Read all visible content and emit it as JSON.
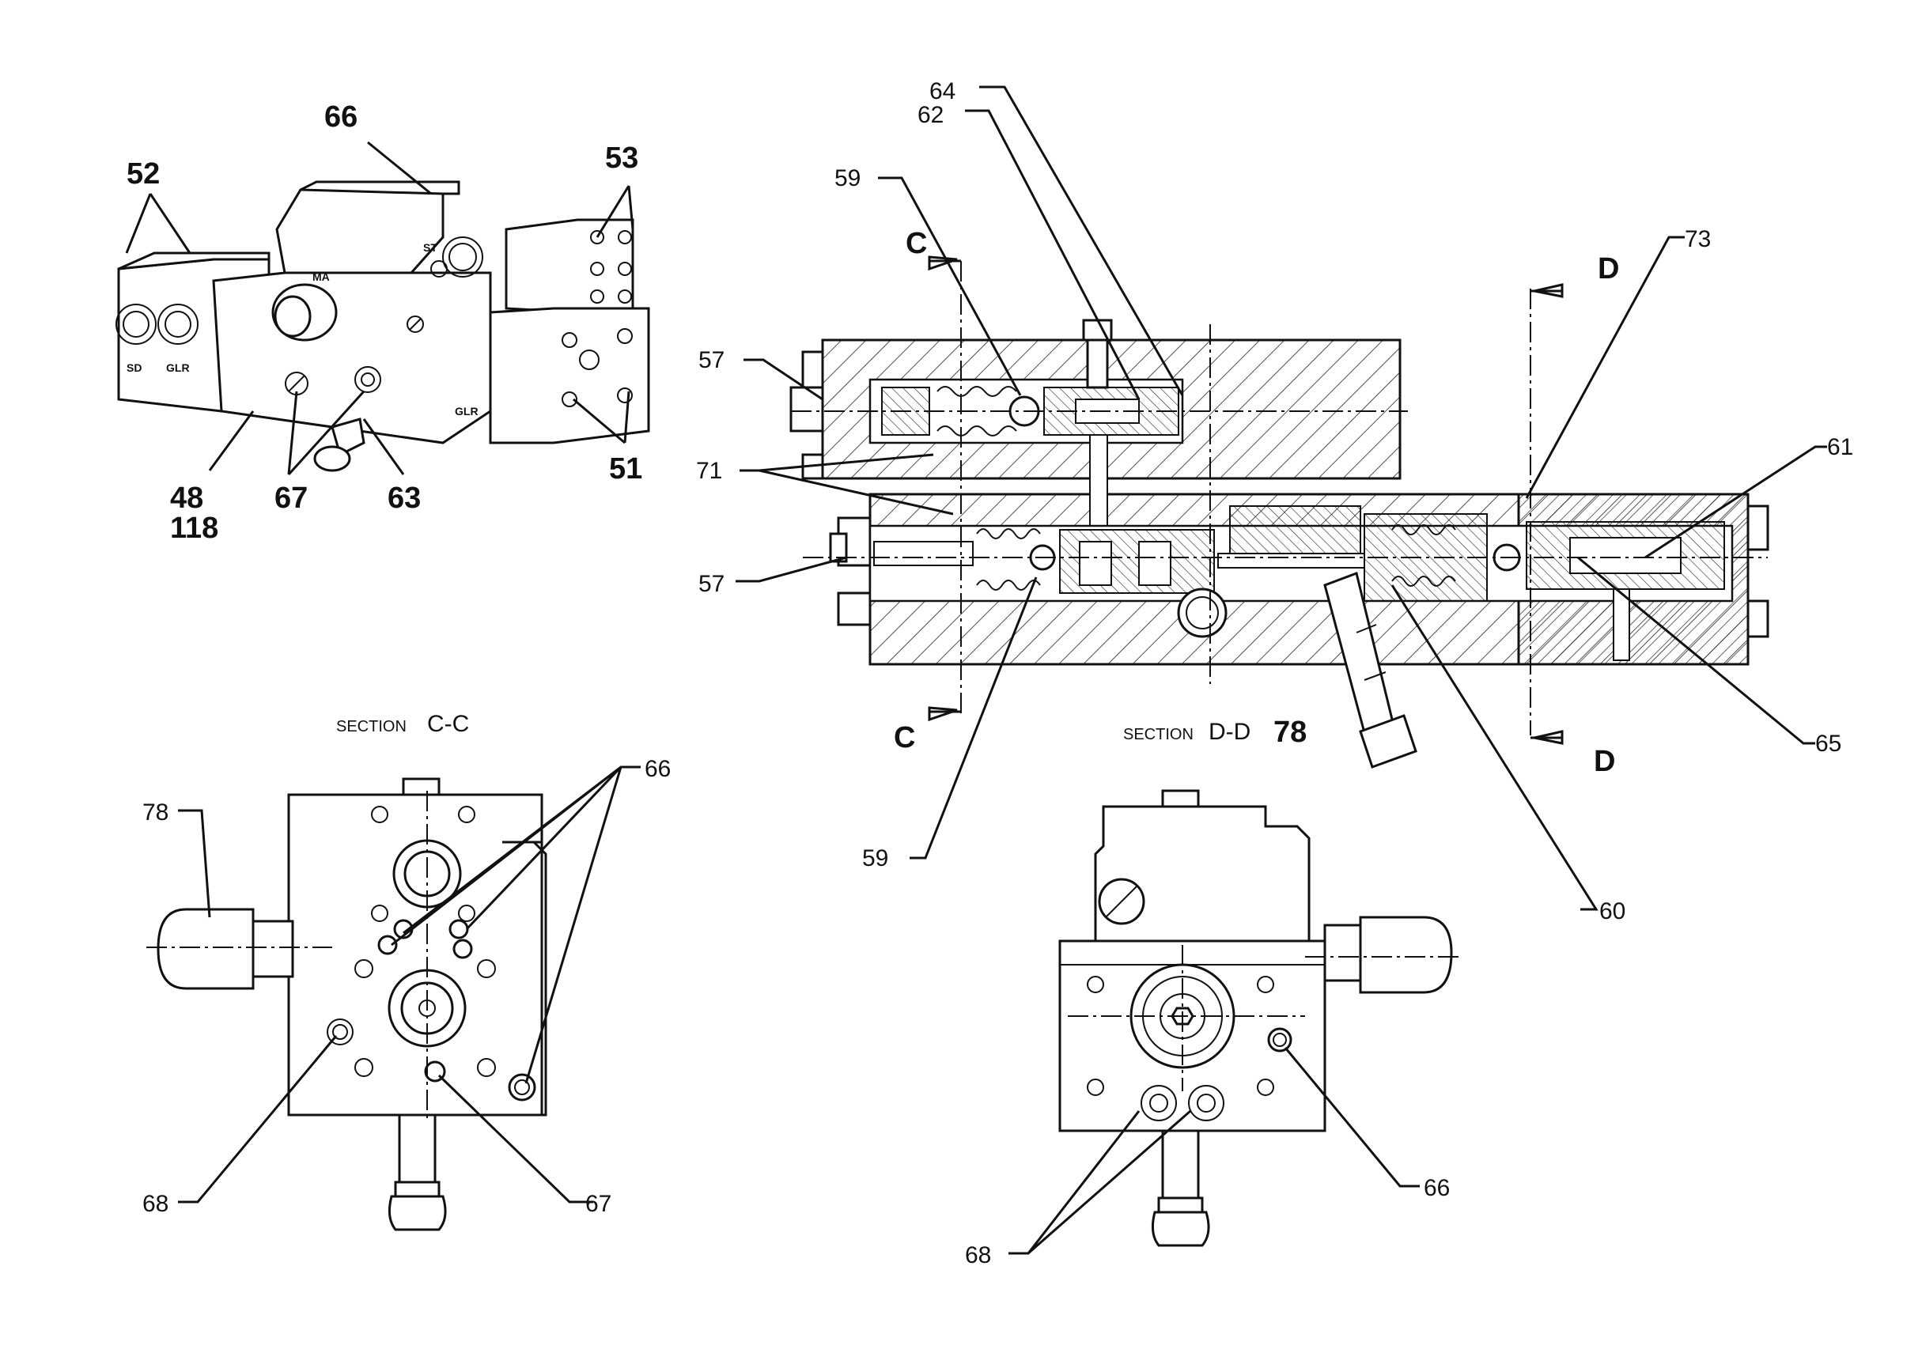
{
  "iso_view": {
    "callouts": [
      "52",
      "66",
      "53",
      "51",
      "48",
      "118",
      "67",
      "63"
    ],
    "face_marks": [
      "SD",
      "GLR",
      "MA",
      "ST",
      "GLR"
    ]
  },
  "main_section": {
    "callouts": [
      "64",
      "62",
      "59",
      "73",
      "57",
      "57",
      "71",
      "61",
      "59",
      "60",
      "65"
    ],
    "section_letters": [
      "C",
      "C",
      "D",
      "D"
    ],
    "title_prefix": "SECTION",
    "title_code": "D-D",
    "title_callout": "78"
  },
  "section_cc": {
    "title_prefix": "SECTION",
    "title_code": "C-C",
    "callouts": [
      "78",
      "66",
      "68",
      "67"
    ]
  },
  "section_dd_view": {
    "callouts": [
      "66",
      "68"
    ]
  }
}
